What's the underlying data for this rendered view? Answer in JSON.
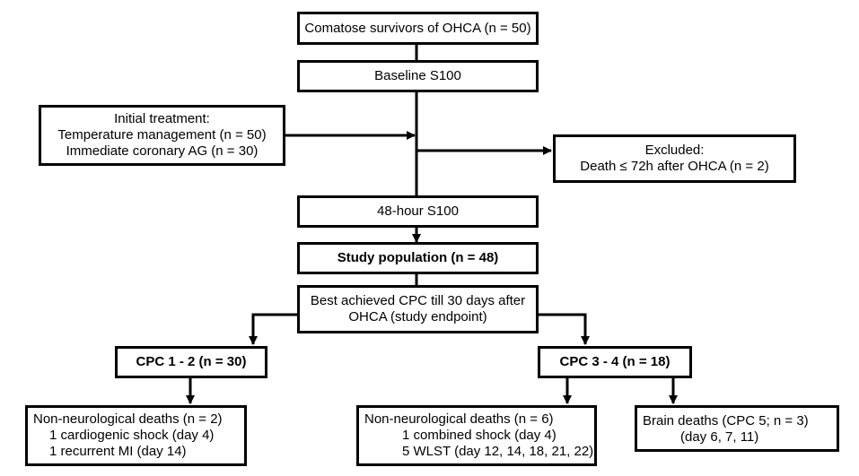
{
  "flowchart": {
    "comatose": "Comatose survivors of OHCA (n = 50)",
    "baseline": "Baseline S100",
    "initial_treatment": {
      "title": "Initial treatment:",
      "line1": "Temperature management (n = 50)",
      "line2": "Immediate coronary AG (n = 30)"
    },
    "excluded": {
      "title": "Excluded:",
      "line1": "Death ≤ 72h after OHCA (n = 2)"
    },
    "s100_48h": "48-hour S100",
    "study_population": "Study population (n = 48)",
    "best_cpc": {
      "line1": "Best achieved CPC till 30 days after",
      "line2": "OHCA (study endpoint)"
    },
    "cpc12": "CPC 1 - 2 (n = 30)",
    "cpc34": "CPC 3 - 4 (n = 18)",
    "nonneuro_left": {
      "title": "Non-neurological deaths (n = 2)",
      "line1": "1 cardiogenic shock (day 4)",
      "line2": "1 recurrent MI (day 14)"
    },
    "nonneuro_right": {
      "title": "Non-neurological deaths (n = 6)",
      "line1": "1 combined shock (day 4)",
      "line2": "5 WLST (day 12, 14, 18, 21, 22)"
    },
    "brain_deaths": {
      "title": "Brain deaths (CPC 5; n = 3)",
      "line1": "(day 6, 7, 11)"
    }
  }
}
